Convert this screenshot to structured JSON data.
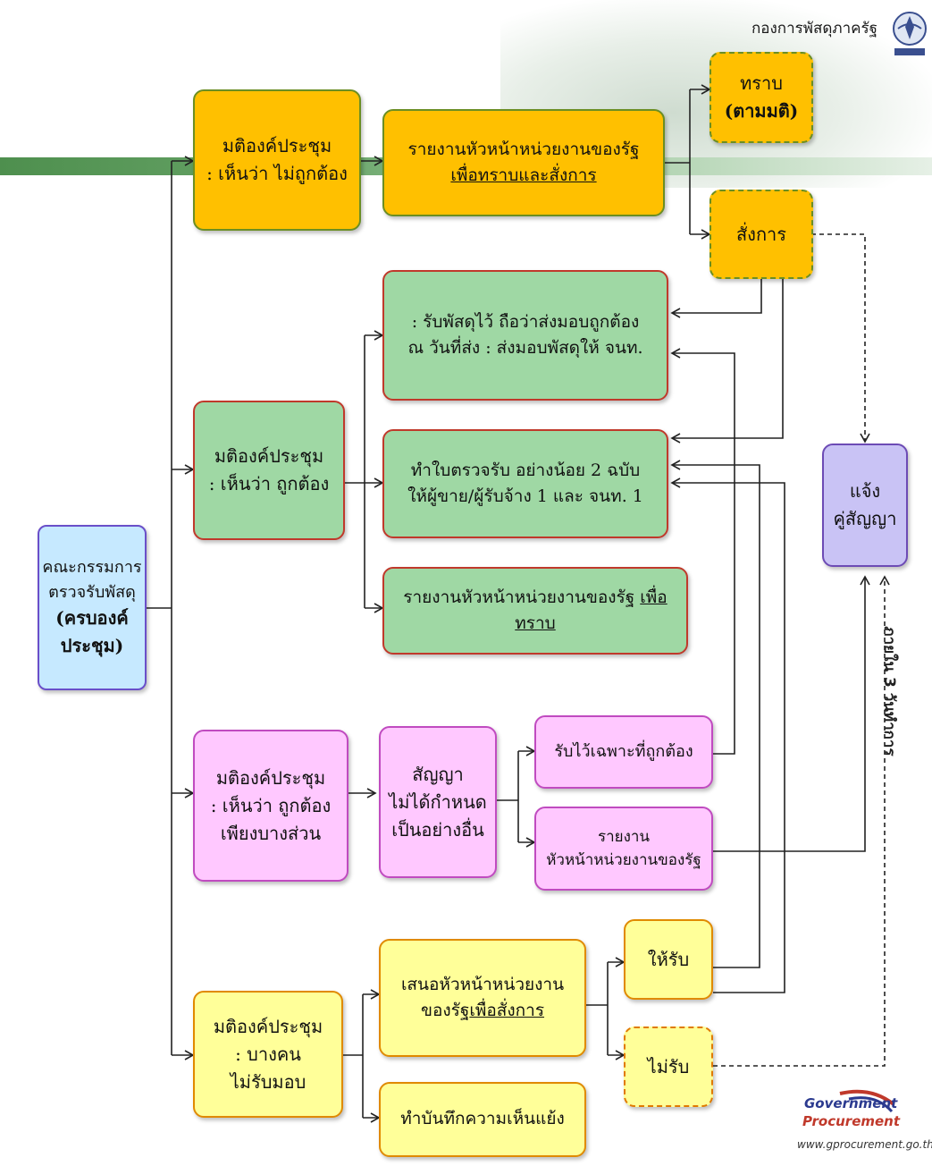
{
  "header": {
    "org": "กองการพัสดุภาครัฐ"
  },
  "logo": {
    "line1": "Government",
    "line2": "Procurement",
    "url": "www.gprocurement.go.th"
  },
  "side_label": "ภายใน 3 วันทำการ",
  "committee": {
    "l1": "คณะกรรมการ",
    "l2": "ตรวจรับพัสดุ",
    "l3": "(ครบองค์",
    "l4": "ประชุม)"
  },
  "branch1": {
    "decision": {
      "l1": "มติองค์ประชุม",
      "l2": ": เห็นว่า ไม่ถูกต้อง"
    },
    "report": {
      "l1": "รายงานหัวหน้าหน่วยงานของรัฐ",
      "l2": "เพื่อทราบและสั่งการ"
    },
    "acknowledge": {
      "l1": "ทราบ",
      "l2": "(ตามมติ)"
    },
    "order": "สั่งการ"
  },
  "branch2": {
    "decision": {
      "l1": "มติองค์ประชุม",
      "l2": ": เห็นว่า ถูกต้อง"
    },
    "accept": {
      "l1": ": รับพัสดุไว้ ถือว่าส่งมอบถูกต้อง",
      "l2": "ณ วันที่ส่ง : ส่งมอบพัสดุให้ จนท."
    },
    "receipt": {
      "l1": "ทำใบตรวจรับ อย่างน้อย 2 ฉบับ",
      "l2": "ให้ผู้ขาย/ผู้รับจ้าง 1 และ จนท. 1"
    },
    "report": {
      "prefix": "รายงานหัวหน้าหน่วยงานของรัฐ ",
      "u": "เพื่อทราบ"
    }
  },
  "notify": {
    "l1": "แจ้ง",
    "l2": "คู่สัญญา"
  },
  "branch3": {
    "decision": {
      "l1": "มติองค์ประชุม",
      "l2": ": เห็นว่า ถูกต้อง",
      "l3": "เพียงบางส่วน"
    },
    "contract": {
      "l1": "สัญญา",
      "l2": "ไม่ได้กำหนด",
      "l3": "เป็นอย่างอื่น"
    },
    "partial": "รับไว้เฉพาะที่ถูกต้อง",
    "report": {
      "l1": "รายงาน",
      "l2": "หัวหน้าหน่วยงานของรัฐ"
    }
  },
  "branch4": {
    "decision": {
      "l1": "มติองค์ประชุม",
      "l2": ": บางคน",
      "l3": "ไม่รับมอบ"
    },
    "propose": {
      "l1": "เสนอหัวหน้าหน่วยงาน",
      "prefix": "ของรัฐ",
      "u": "เพื่อสั่งการ"
    },
    "dissent": "ทำบันทึกความเห็นแย้ง",
    "accept": "ให้รับ",
    "reject": "ไม่รับ"
  },
  "colors": {
    "orange": "#ffc000",
    "green": "#9fd8a4",
    "pink": "#ffc8ff",
    "yellow": "#ffff99",
    "blue": "#c6e9ff",
    "purple": "#c9c3f5"
  }
}
